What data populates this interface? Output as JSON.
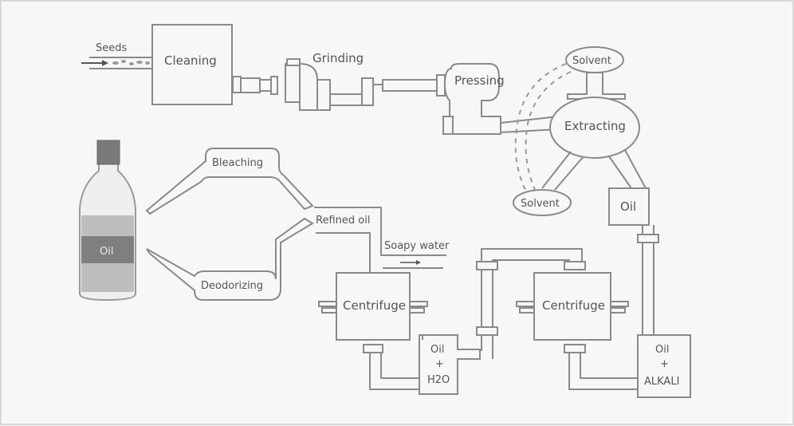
{
  "diagram": {
    "title": "Oil seed processing flow",
    "colors": {
      "line": "#8a8a8a",
      "text": "#555555",
      "background": "#f7f7f7",
      "bottle_cap": "#7a7a7a",
      "oil_band": "#7f7f7f",
      "oil_light": "#bdbdbd"
    },
    "nodes": {
      "seeds": "Seeds",
      "cleaning": "Cleaning",
      "grinding": "Grinding",
      "pressing": "Pressing",
      "solvent_top": "Solvent",
      "extracting": "Extracting",
      "solvent_bottom": "Solvent",
      "oil_tank": "Oil",
      "bleaching": "Bleaching",
      "deodorizing": "Deodorizing",
      "refined_oil": "Refined oil",
      "soapy_water": "Soapy water",
      "centrifuge_1": "Centrifuge",
      "centrifuge_2": "Centrifuge",
      "bottle_label": "Oil",
      "mix_water": {
        "line1": "Oil",
        "line2": "+",
        "line3": "H2O"
      },
      "mix_alkali": {
        "line1": "Oil",
        "line2": "+",
        "line3": "ALKALI"
      }
    }
  }
}
